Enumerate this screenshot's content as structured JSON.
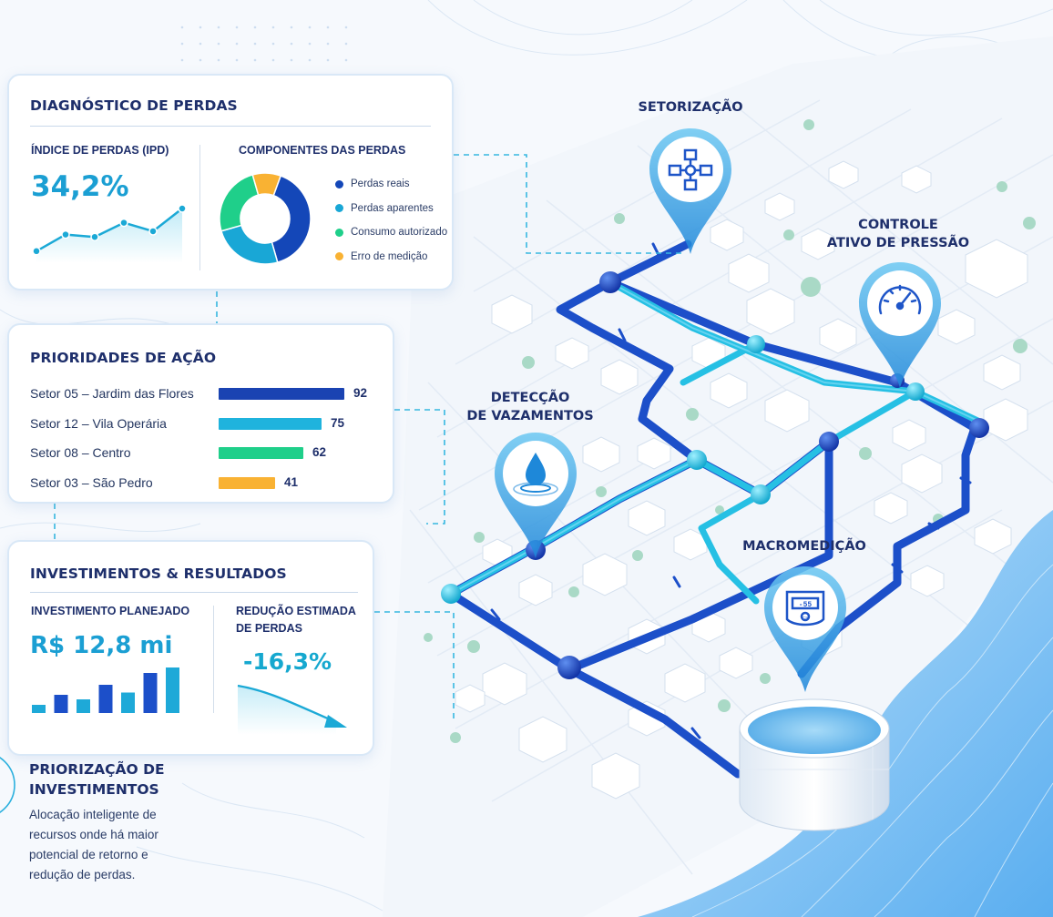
{
  "diagnostico": {
    "title": "DIAGNÓSTICO DE PERDAS",
    "ipd_label": "ÍNDICE DE PERDAS (IPD)",
    "ipd_value": "34,2%",
    "trend": [
      0.1,
      0.45,
      0.4,
      0.7,
      0.52,
      1.0
    ],
    "componentes_label": "COMPONENTES DAS PERDAS",
    "componentes": [
      {
        "label": "Perdas reais",
        "color": "#1447b8",
        "share": 0.4
      },
      {
        "label": "Perdas aparentes",
        "color": "#19a7d6",
        "share": 0.25
      },
      {
        "label": "Consumo autorizado",
        "color": "#1fcf8a",
        "share": 0.25
      },
      {
        "label": "Erro de medição",
        "color": "#f9b233",
        "share": 0.1
      }
    ]
  },
  "prioridades": {
    "title": "PRIORIDADES DE AÇÃO",
    "max": 92,
    "items": [
      {
        "label": "Setor 05 – Jardim das Flores",
        "value": 92,
        "color": "#1a43b2"
      },
      {
        "label": "Setor 12 – Vila Operária",
        "value": 75,
        "color": "#1fb3dd"
      },
      {
        "label": "Setor 08 – Centro",
        "value": 62,
        "color": "#1fcf8a"
      },
      {
        "label": "Setor 03 – São Pedro",
        "value": 41,
        "color": "#f9b233"
      }
    ]
  },
  "investimentos": {
    "title": "INVESTIMENTOS & RESULTADOS",
    "planejado_label": "INVESTIMENTO PLANEJADO",
    "planejado_value": "R$ 12,8 mi",
    "bars": [
      0.18,
      0.4,
      0.3,
      0.62,
      0.45,
      0.88,
      1.0
    ],
    "reducao_label_1": "REDUÇÃO ESTIMADA",
    "reducao_label_2": "DE PERDAS",
    "reducao_value": "-16,3%"
  },
  "priorizacao": {
    "title_line1": "PRIORIZAÇÃO DE",
    "title_line2": "INVESTIMENTOS",
    "text": "Alocação inteligente de recursos onde há maior potencial de retorno e redução de perdas."
  },
  "map": {
    "setorizacao": "SETORIZAÇÃO",
    "controle_line1": "CONTROLE",
    "controle_line2": "ATIVO DE PRESSÃO",
    "deteccao_line1": "DETECÇÃO",
    "deteccao_line2": "DE VAZAMENTOS",
    "macromedicao": "MACROMEDIÇÃO",
    "meter_readout": "-55",
    "meter_mark": "CS"
  },
  "colors": {
    "navy": "#1e2f6b",
    "accent": "#1b9fd3",
    "pipe_blue": "#1c58d6",
    "pipe_cyan": "#27c3e6",
    "water": "#7fc2ee"
  }
}
